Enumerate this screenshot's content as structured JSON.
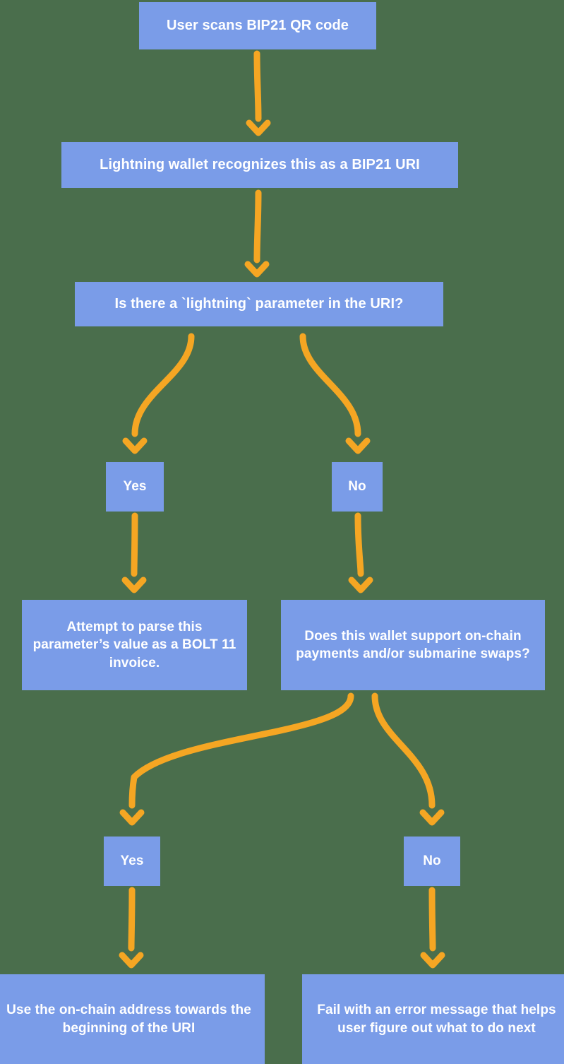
{
  "diagram": {
    "title": "BIP21 QR code handling flowchart",
    "background_color": "#4a6e4c",
    "node_color": "#7a9ce8",
    "node_text_color": "#ffffff",
    "arrow_color": "#f5a623",
    "nodes": [
      {
        "id": "scan",
        "label": "User scans BIP21 QR code"
      },
      {
        "id": "recognize",
        "label": "Lightning wallet recognizes this as a BIP21 URI"
      },
      {
        "id": "question",
        "label": "Is there a `lightning` parameter in the URI?"
      },
      {
        "id": "yes1",
        "label": "Yes"
      },
      {
        "id": "no1",
        "label": "No"
      },
      {
        "id": "parse",
        "label": "Attempt to parse this parameter’s value as a BOLT 11 invoice."
      },
      {
        "id": "support",
        "label": "Does this wallet support on-chain payments and/or submarine swaps?"
      },
      {
        "id": "yes2",
        "label": "Yes"
      },
      {
        "id": "no2",
        "label": "No"
      },
      {
        "id": "onchain",
        "label": "Use the on-chain address towards the beginning of the URI"
      },
      {
        "id": "fail",
        "label": "Fail with an error message that helps user figure out what to do next"
      }
    ],
    "edges": [
      {
        "from": "scan",
        "to": "recognize",
        "shape": "straight-down"
      },
      {
        "from": "recognize",
        "to": "question",
        "shape": "straight-down"
      },
      {
        "from": "question",
        "to": "yes1",
        "shape": "curve-left"
      },
      {
        "from": "question",
        "to": "no1",
        "shape": "curve-right"
      },
      {
        "from": "yes1",
        "to": "parse",
        "shape": "straight-down"
      },
      {
        "from": "no1",
        "to": "support",
        "shape": "straight-down"
      },
      {
        "from": "support",
        "to": "yes2",
        "shape": "curve-long-left"
      },
      {
        "from": "support",
        "to": "no2",
        "shape": "curve-right"
      },
      {
        "from": "yes2",
        "to": "onchain",
        "shape": "straight-down"
      },
      {
        "from": "no2",
        "to": "fail",
        "shape": "straight-down"
      }
    ]
  }
}
